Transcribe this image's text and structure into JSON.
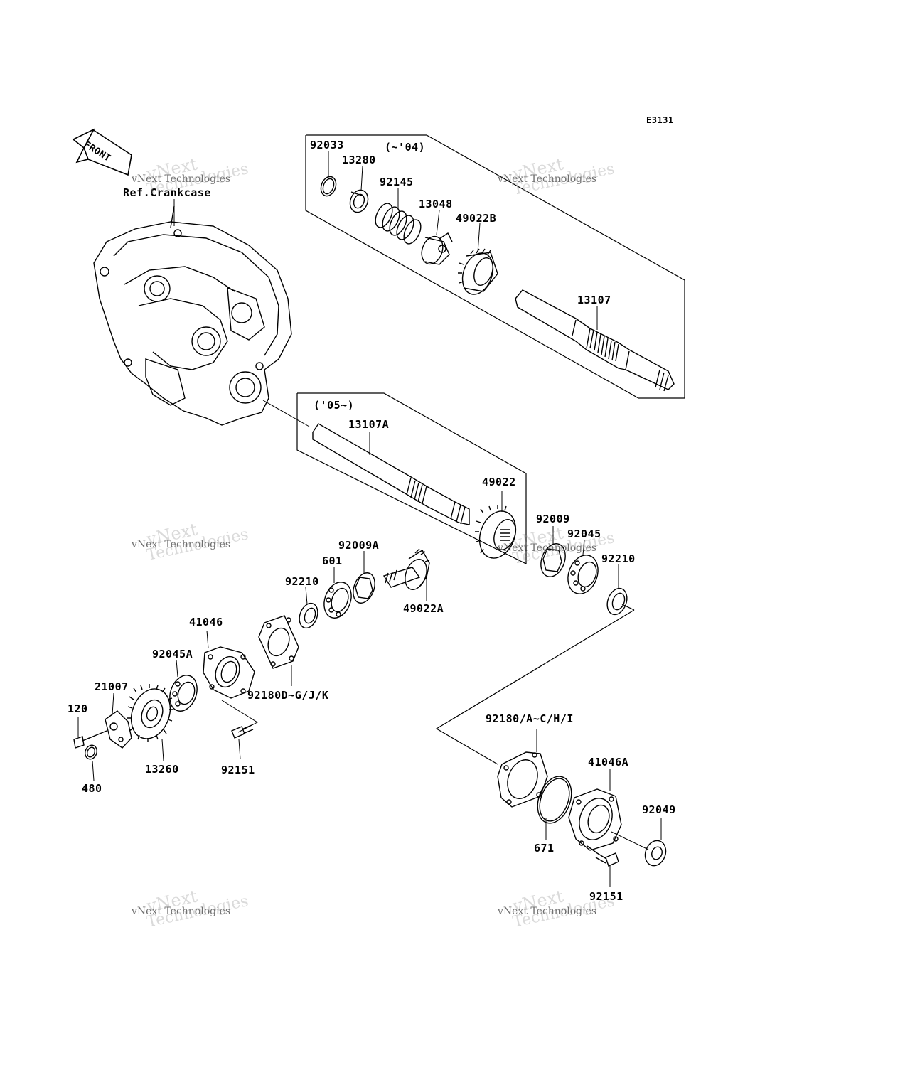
{
  "diagram_code": "E3131",
  "front_label": "FRONT",
  "ref_label": "Ref.Crankcase",
  "group_label_early": "(~'04)",
  "group_label_late": "('05~)",
  "watermark_line1": "vNext Technologies",
  "watermark_line2": "vNext",
  "watermark_line3": "Technologies",
  "parts": {
    "p92033": "92033",
    "p13280": "13280",
    "p92145": "92145",
    "p13048": "13048",
    "p49022B": "49022B",
    "p13107": "13107",
    "p13107A": "13107A",
    "p49022": "49022",
    "p92009": "92009",
    "p92045": "92045",
    "p92210_r": "92210",
    "p92009A": "92009A",
    "p601": "601",
    "p92210_l": "92210",
    "p49022A": "49022A",
    "p41046": "41046",
    "p92045A": "92045A",
    "p21007": "21007",
    "p120": "120",
    "p13260": "13260",
    "p480": "480",
    "p92180DGJK": "92180D~G/J/K",
    "p92151_l": "92151",
    "p92180ACHI": "92180/A~C/H/I",
    "p41046A": "41046A",
    "p92049": "92049",
    "p671": "671",
    "p92151_r": "92151"
  }
}
